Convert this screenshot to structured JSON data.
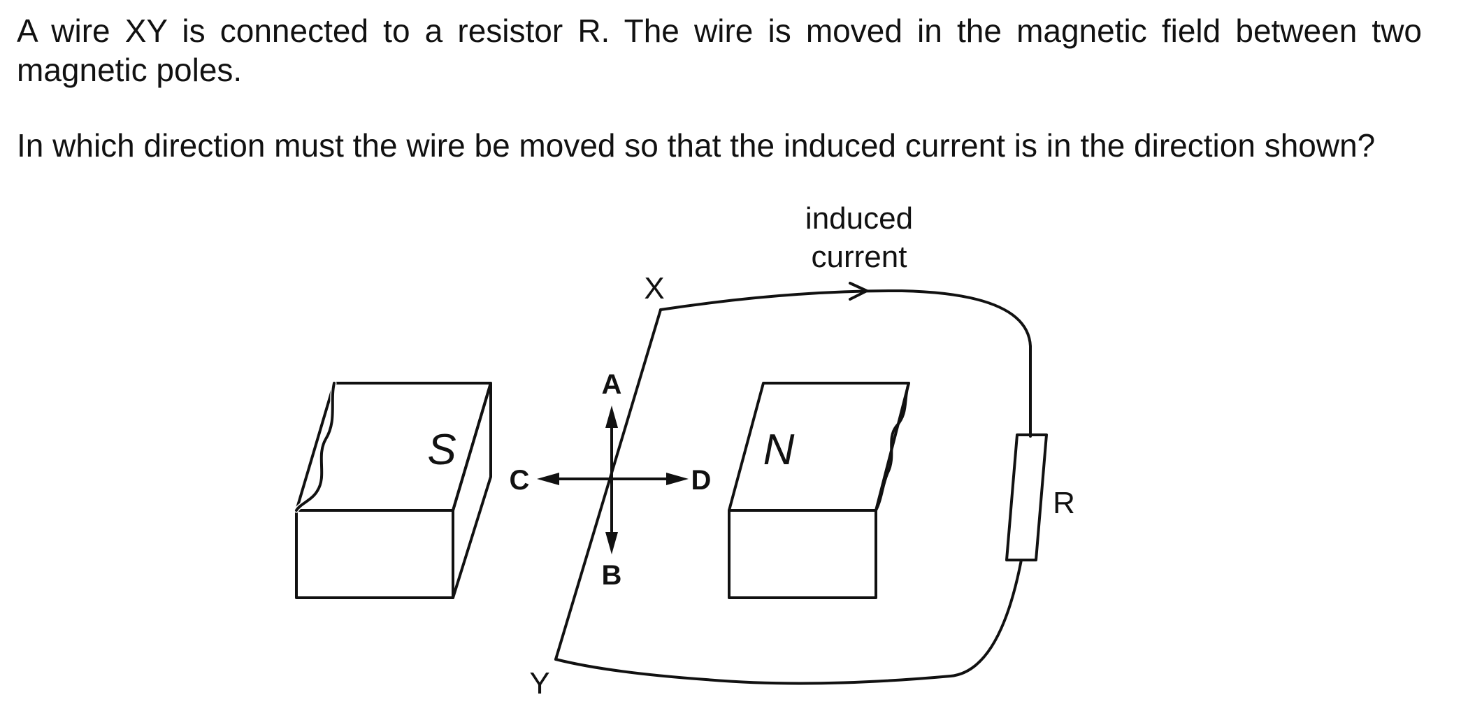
{
  "question": {
    "paragraph_1": "A wire XY is connected to a resistor R. The wire is moved in the magnetic field between two magnetic poles.",
    "paragraph_2": "In which direction must the wire be moved so that the induced current is in the direction shown?"
  },
  "diagram": {
    "induced_current_line_1": "induced",
    "induced_current_line_2": "current",
    "wire_end_x": "X",
    "wire_end_y": "Y",
    "resistor": "R",
    "pole_south": "S",
    "pole_north": "N",
    "direction_a": "A",
    "direction_b": "B",
    "direction_c": "C",
    "direction_d": "D"
  },
  "colors": {
    "ink": "#111111",
    "background": "#ffffff"
  }
}
